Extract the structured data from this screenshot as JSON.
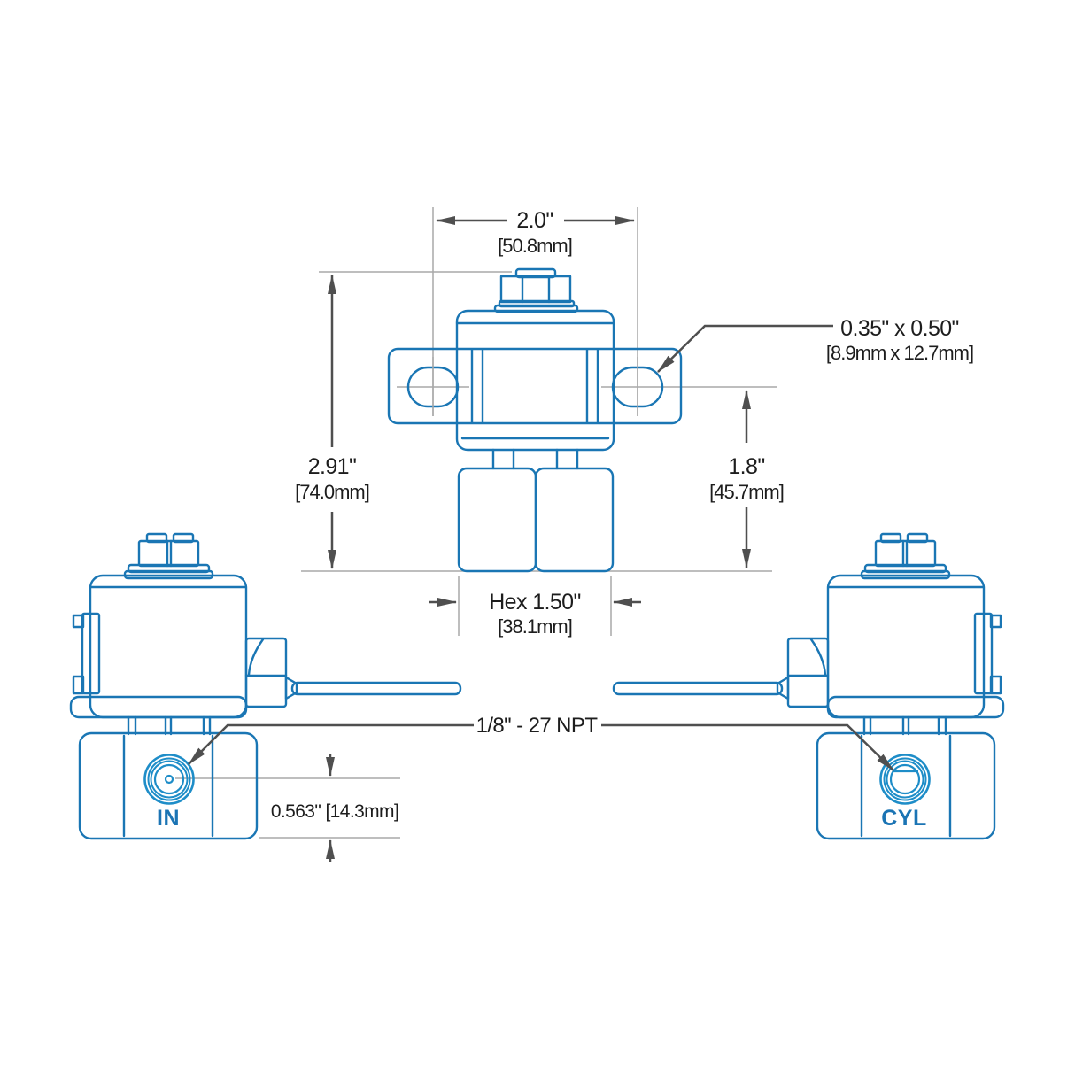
{
  "colors": {
    "valve_outline": "#1a76b4",
    "port_ring": "#1e8dc8",
    "port_label": "#1b74b4",
    "dimension_line": "#4f4f4f",
    "extension_line": "#a9a9a9",
    "text": "#1d1d1d",
    "background": "#ffffff"
  },
  "front_view": {
    "width_dim": {
      "inches": "2.0\"",
      "mm": "[50.8mm]"
    },
    "height_dim": {
      "inches": "2.91\"",
      "mm": "[74.0mm]"
    },
    "bracket_dim": {
      "inches": "1.8\"",
      "mm": "[45.7mm]"
    },
    "hex_dim": {
      "inches": "Hex 1.50\"",
      "mm": "[38.1mm]"
    },
    "slot_dim": {
      "inches": "0.35\" x 0.50\"",
      "mm": "[8.9mm x 12.7mm]"
    }
  },
  "side_views": {
    "thread_label": "1/8\" - 27 NPT",
    "port_offset_dim": "0.563\" [14.3mm]",
    "inlet_port_label": "IN",
    "cylinder_port_label": "CYL"
  }
}
